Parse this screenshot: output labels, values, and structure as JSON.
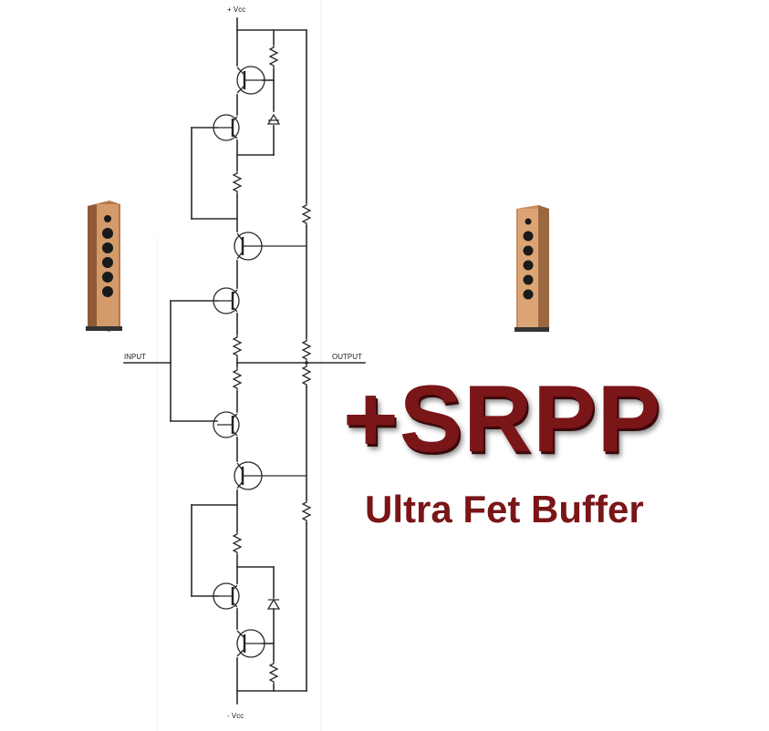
{
  "diagram": {
    "supply_positive_label": "+ Vcc",
    "supply_negative_label": "- Vcc",
    "input_label": "INPUT",
    "output_label": "OUTPUT"
  },
  "title": {
    "main": "+SRPP",
    "subtitle": "Ultra Fet Buffer"
  },
  "colors": {
    "title": "#7a1518",
    "speaker_wood": "#c98a5c",
    "speaker_front": "#d89a6c",
    "wire": "#2a2a2a"
  },
  "icons": {
    "left_speaker": "floor-speaker-icon",
    "right_speaker": "floor-speaker-icon"
  }
}
